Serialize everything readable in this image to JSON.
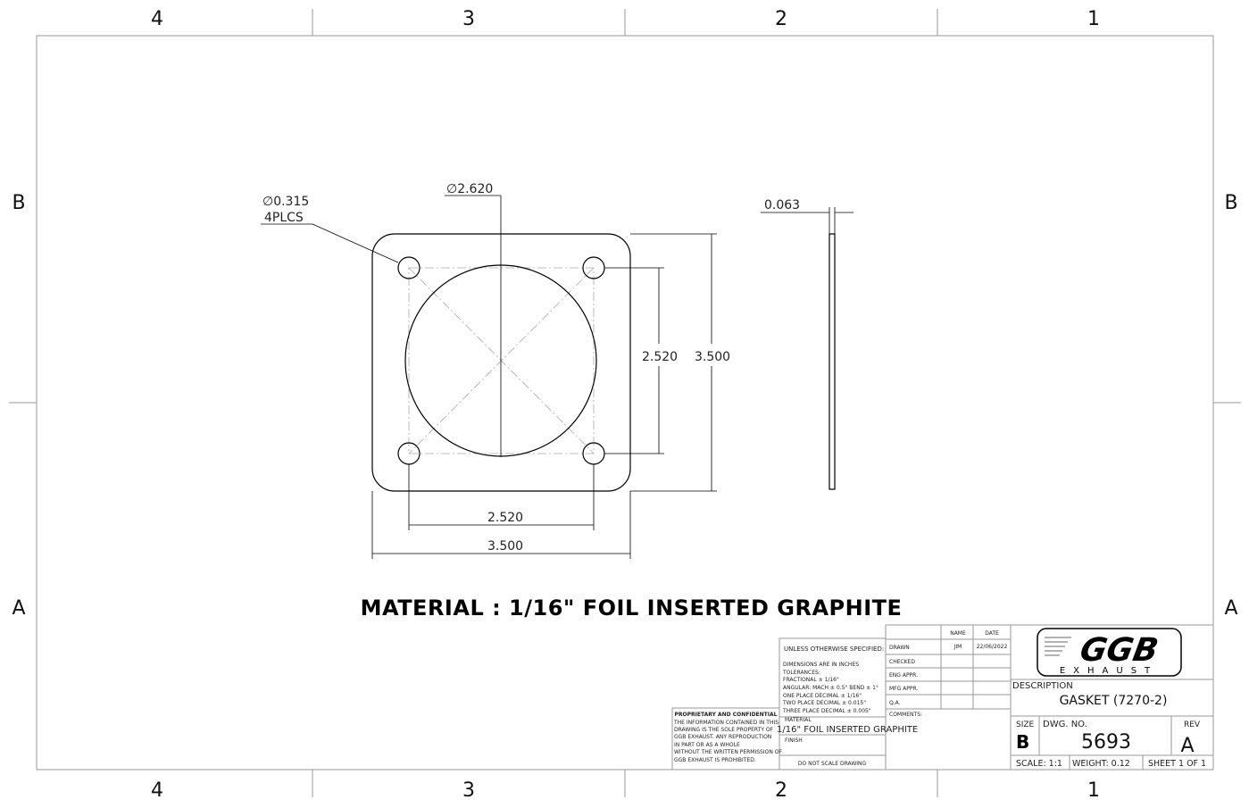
{
  "zones": {
    "columns": [
      "4",
      "3",
      "2",
      "1"
    ],
    "rows": [
      "B",
      "A"
    ]
  },
  "dimensions": {
    "hole_dia": "∅0.315",
    "hole_count": "4PLCS",
    "bore_dia": "∅2.620",
    "thickness": "0.063",
    "hole_spacing_v": "2.520",
    "overall_v": "3.500",
    "hole_spacing_h": "2.520",
    "overall_h": "3.500"
  },
  "material_note": "MATERIAL : 1/16\" FOIL INSERTED GRAPHITE",
  "title_block": {
    "unless": "UNLESS OTHERWISE SPECIFIED:",
    "tolerances": [
      "DIMENSIONS ARE IN INCHES",
      "TOLERANCES:",
      "FRACTIONAL ± 1/16\"",
      "ANGULAR: MACH ± 0.5° BEND ± 1°",
      "ONE PLACE DECIMAL    ± 1/16\"",
      "TWO PLACE DECIMAL    ± 0.015\"",
      "THREE PLACE DECIMAL  ± 0.005\""
    ],
    "material_label": "MATERIAL",
    "material_value": "1/16\" FOIL INSERTED GRAPHITE",
    "finish_label": "FINISH",
    "no_scale": "DO NOT SCALE DRAWING",
    "proprietary_title": "PROPRIETARY AND CONFIDENTIAL",
    "proprietary_lines": [
      "THE INFORMATION CONTAINED IN THIS",
      "DRAWING IS THE SOLE PROPERTY OF",
      "GGB EXHAUST.  ANY REPRODUCTION",
      "IN PART OR AS A WHOLE",
      "WITHOUT THE WRITTEN PERMISSION OF",
      "GGB EXHAUST IS PROHIBITED."
    ],
    "name_header": "NAME",
    "date_header": "DATE",
    "roles": [
      "DRAWN",
      "CHECKED",
      "ENG APPR.",
      "MFG APPR.",
      "Q.A."
    ],
    "drawn_name": "JIM",
    "drawn_date": "22/06/2022",
    "comments": "COMMENTS:",
    "logo_text": "GGB",
    "logo_sub": "EXHAUST",
    "description_label": "DESCRIPTION",
    "description": "GASKET (7270-2)",
    "size_label": "SIZE",
    "size": "B",
    "dwg_label": "DWG.  NO.",
    "dwg_no": "5693",
    "rev_label": "REV",
    "rev": "A",
    "scale": "SCALE: 1:1",
    "weight": "WEIGHT: 0.12",
    "sheet": "SHEET 1 OF 1"
  }
}
